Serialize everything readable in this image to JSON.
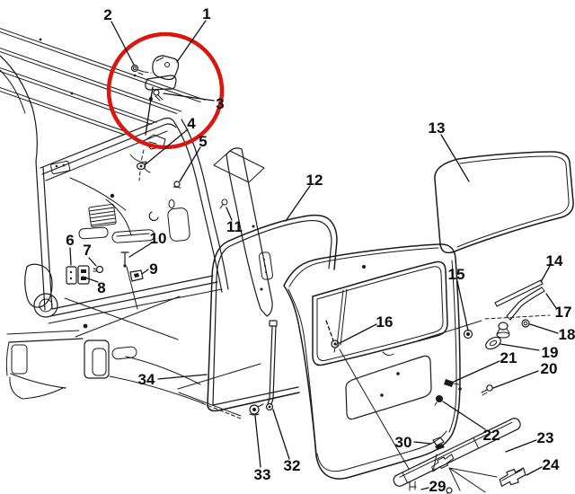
{
  "diagram": {
    "type": "exploded-parts-diagram",
    "subject": "vehicle liftgate, hinge, weatherstrip, glass, wiper and applique components",
    "background_color": "#ffffff",
    "line_color": "#1a1a1a",
    "highlight_color": "#d9170f",
    "highlight_shape": "circle",
    "highlighted_callouts": [
      "1",
      "2",
      "3"
    ],
    "callouts": [
      {
        "label": "1"
      },
      {
        "label": "2"
      },
      {
        "label": "3"
      },
      {
        "label": "4"
      },
      {
        "label": "5"
      },
      {
        "label": "6"
      },
      {
        "label": "7"
      },
      {
        "label": "8"
      },
      {
        "label": "9"
      },
      {
        "label": "10"
      },
      {
        "label": "11"
      },
      {
        "label": "12"
      },
      {
        "label": "13"
      },
      {
        "label": "14"
      },
      {
        "label": "15"
      },
      {
        "label": "16"
      },
      {
        "label": "17"
      },
      {
        "label": "18"
      },
      {
        "label": "19"
      },
      {
        "label": "20"
      },
      {
        "label": "21"
      },
      {
        "label": "22"
      },
      {
        "label": "23"
      },
      {
        "label": "24"
      },
      {
        "label": "29"
      },
      {
        "label": "30"
      },
      {
        "label": "32"
      },
      {
        "label": "33"
      },
      {
        "label": "34"
      }
    ]
  }
}
